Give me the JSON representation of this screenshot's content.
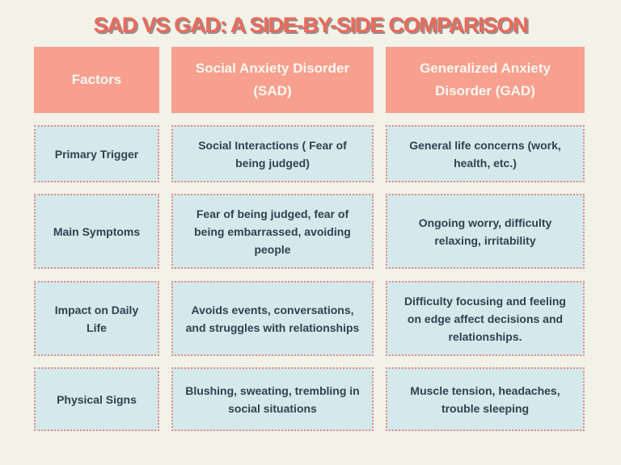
{
  "title": "SAD VS GAD: A SIDE-BY-SIDE COMPARISON",
  "headers": [
    "Factors",
    "Social Anxiety Disorder (SAD)",
    "Generalized Anxiety Disorder (GAD)"
  ],
  "rows": [
    {
      "factor": "Primary Trigger",
      "sad": "Social Interactions ( Fear of being judged)",
      "gad": "General life concerns (work, health, etc.)"
    },
    {
      "factor": "Main Symptoms",
      "sad": "Fear of being judged, fear of being embarrassed, avoiding people",
      "gad": "Ongoing worry, difficulty relaxing, irritability"
    },
    {
      "factor": "Impact on Daily Life",
      "sad": "Avoids events, conversations, and struggles with relationships",
      "gad": "Difficulty focusing and feeling on edge affect decisions and relationships."
    },
    {
      "factor": "Physical Signs",
      "sad": "Blushing, sweating, trembling in social situations",
      "gad": "Muscle tension, headaches, trouble sleeping"
    }
  ]
}
